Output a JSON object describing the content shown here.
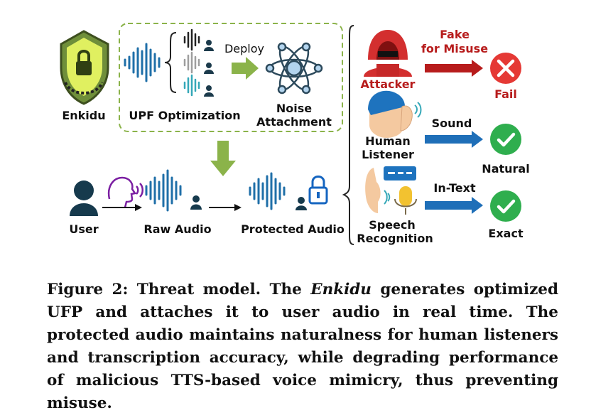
{
  "figure": {
    "enkidu_label": "Enkidu",
    "upf_label": "UPF Optimization",
    "deploy_label": "Deploy",
    "noise_label_line1": "Noise",
    "noise_label_line2": "Attachment",
    "user_label": "User",
    "raw_audio_label": "Raw Audio",
    "protected_audio_label": "Protected Audio",
    "attacker_label": "Attacker",
    "fake_line1": "Fake",
    "fake_line2": "for Misuse",
    "fail_label": "Fail",
    "human_line1": "Human",
    "human_line2": "Listener",
    "sound_label": "Sound",
    "natural_label": "Natural",
    "speech_line1": "Speech",
    "speech_line2": "Recognition",
    "intext_label": "In-Text",
    "exact_label": "Exact"
  },
  "caption": {
    "prefix": "Figure 2: Threat model. The ",
    "name": "Enkidu",
    "text": " generates optimized UFP and attaches it to user audio in real time. The protected audio maintains naturalness for human listeners and transcription accuracy, while degrading performance of malicious TTS-based voice mimicry, thus preventing misuse."
  },
  "colors": {
    "dashed_box": "#8bb34a",
    "arrow_green": "#8bb34a",
    "arrow_red": "#b71c1c",
    "arrow_blue": "#1f6fb8",
    "fail_red": "#e53935",
    "ok_green": "#2fae4e",
    "wave_blue": "#1f6fa8",
    "lock_blue": "#1565c0"
  }
}
